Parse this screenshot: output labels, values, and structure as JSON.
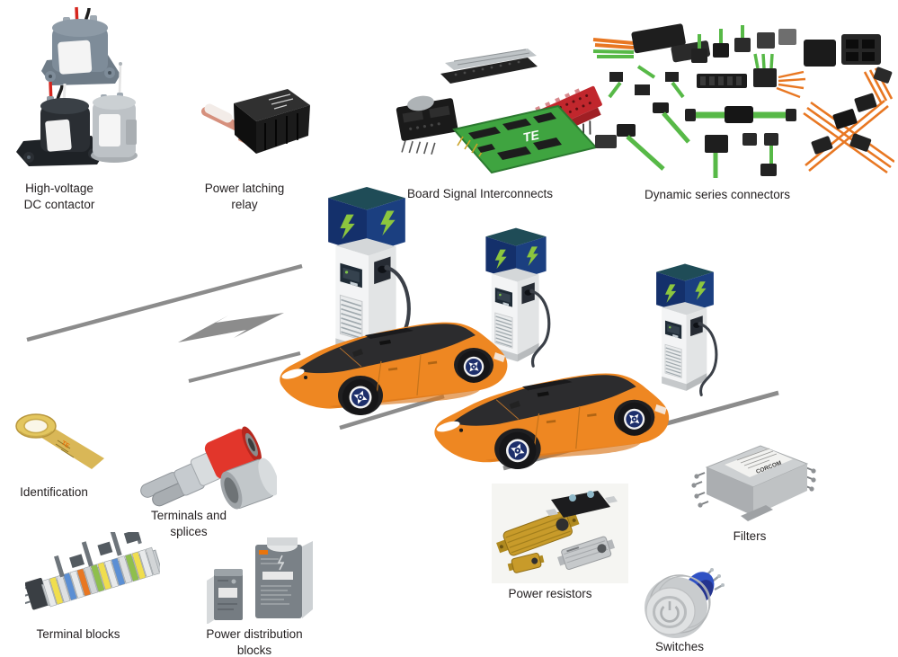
{
  "scene": {
    "background": "#FFFFFF",
    "road_color": "#8C8C8C",
    "car_body_color": "#EE8722",
    "car_glass_color": "#2C2C2E",
    "charger_sign_blue": "#16356E",
    "charger_cabinet_color": "#F3F4F5",
    "lightning_green": "#8CC63E",
    "wheel_hub_blue": "#1D2F6B"
  },
  "marks": {
    "te_logo": "TE",
    "filter_brand": "CORCOM"
  },
  "components": [
    {
      "id": "high-voltage-dc-contactor",
      "label": "High-voltage\nDC contactor"
    },
    {
      "id": "power-latching-relay",
      "label": "Power latching\nrelay"
    },
    {
      "id": "board-signal-interconnects",
      "label": "Board Signal Interconnects"
    },
    {
      "id": "dynamic-series-connectors",
      "label": "Dynamic series connectors"
    },
    {
      "id": "identification",
      "label": "Identification"
    },
    {
      "id": "terminals-and-splices",
      "label": "Terminals and\nsplices"
    },
    {
      "id": "terminal-blocks",
      "label": "Terminal blocks"
    },
    {
      "id": "power-distribution-blocks",
      "label": "Power distribution\nblocks"
    },
    {
      "id": "power-resistors",
      "label": "Power resistors"
    },
    {
      "id": "filters",
      "label": "Filters"
    },
    {
      "id": "switches",
      "label": "Switches"
    }
  ]
}
